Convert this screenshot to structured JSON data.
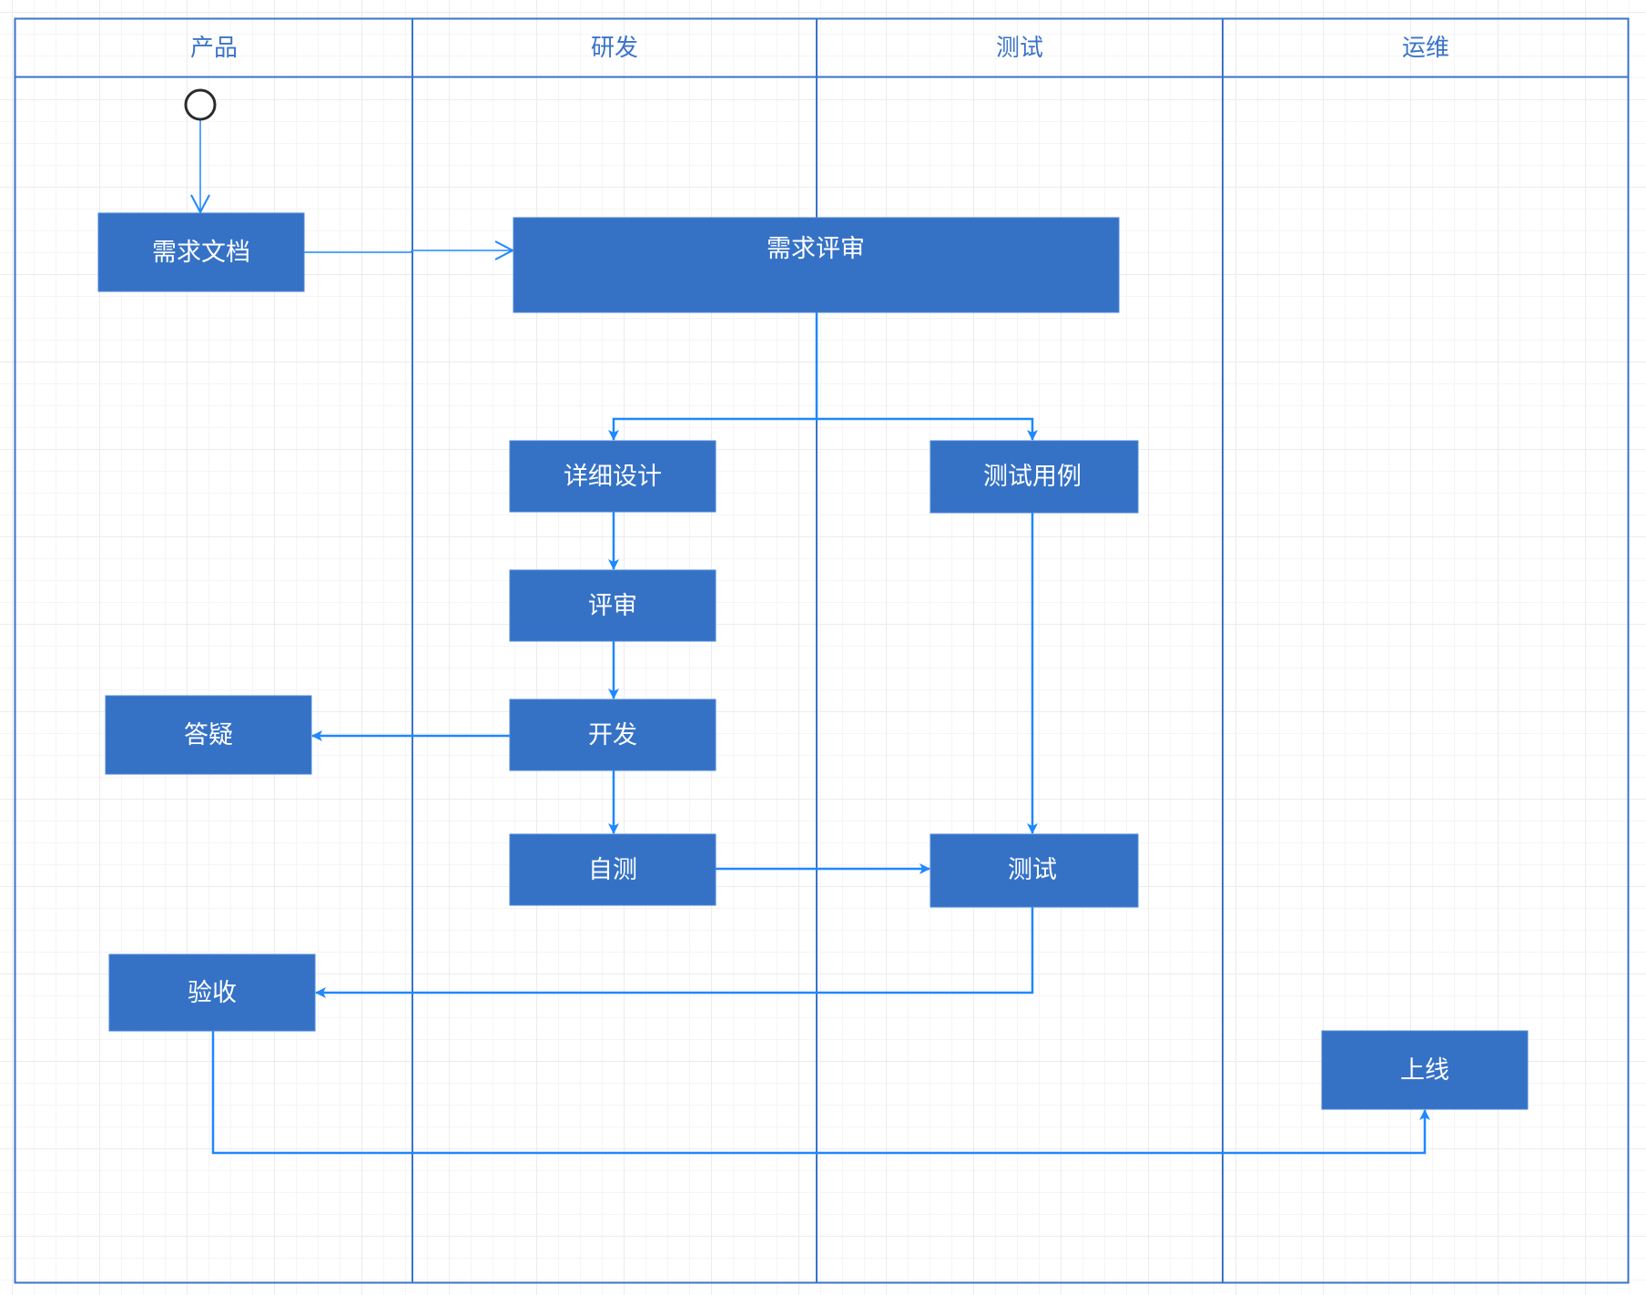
{
  "diagram": {
    "type": "swimlane-activity",
    "colors": {
      "lane_border": "#3a74c9",
      "node_fill": "#3572c6",
      "edge": "#1e88ff",
      "start_stroke": "#2b2b2b",
      "node_text": "#ffffff"
    },
    "lanes": [
      {
        "id": "product",
        "label": "产品"
      },
      {
        "id": "dev",
        "label": "研发"
      },
      {
        "id": "test",
        "label": "测试"
      },
      {
        "id": "ops",
        "label": "运维"
      }
    ],
    "nodes": [
      {
        "id": "req-doc",
        "label": "需求文档",
        "lane": "product"
      },
      {
        "id": "req-review",
        "label": "需求评审",
        "lane": "dev/test"
      },
      {
        "id": "detail-design",
        "label": "详细设计",
        "lane": "dev"
      },
      {
        "id": "review",
        "label": "评审",
        "lane": "dev"
      },
      {
        "id": "develop",
        "label": "开发",
        "lane": "dev"
      },
      {
        "id": "self-test",
        "label": "自测",
        "lane": "dev"
      },
      {
        "id": "qa",
        "label": "答疑",
        "lane": "product"
      },
      {
        "id": "test-case",
        "label": "测试用例",
        "lane": "test"
      },
      {
        "id": "testing",
        "label": "测试",
        "lane": "test"
      },
      {
        "id": "acceptance",
        "label": "验收",
        "lane": "product"
      },
      {
        "id": "release",
        "label": "上线",
        "lane": "ops"
      }
    ],
    "edges": [
      {
        "from": "start",
        "to": "req-doc"
      },
      {
        "from": "req-doc",
        "to": "req-review"
      },
      {
        "from": "req-review",
        "to": "detail-design"
      },
      {
        "from": "req-review",
        "to": "test-case"
      },
      {
        "from": "detail-design",
        "to": "review"
      },
      {
        "from": "review",
        "to": "develop"
      },
      {
        "from": "develop",
        "to": "qa"
      },
      {
        "from": "develop",
        "to": "self-test"
      },
      {
        "from": "self-test",
        "to": "testing"
      },
      {
        "from": "test-case",
        "to": "testing"
      },
      {
        "from": "testing",
        "to": "acceptance"
      },
      {
        "from": "acceptance",
        "to": "release"
      }
    ]
  }
}
